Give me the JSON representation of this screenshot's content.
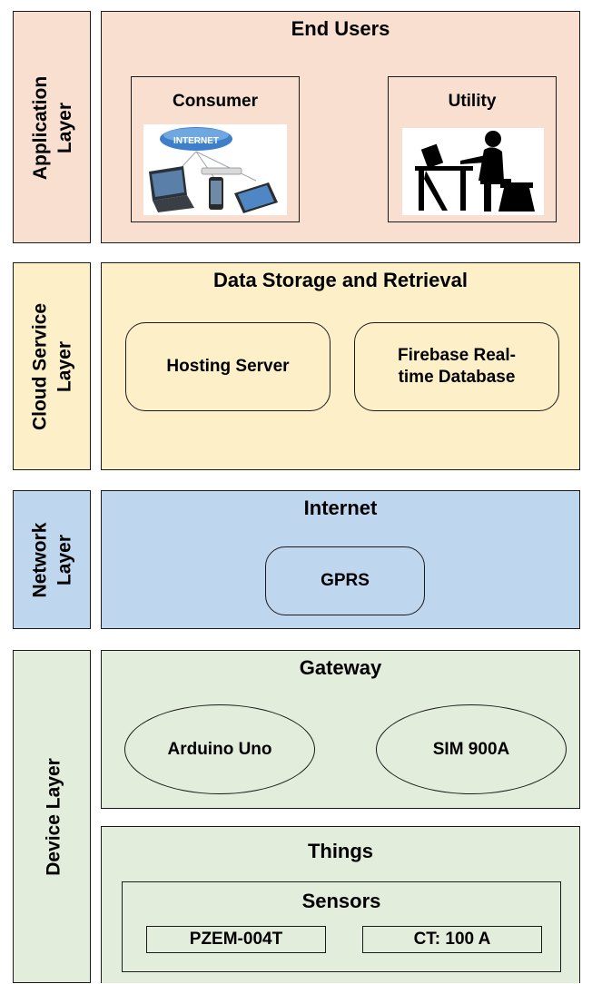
{
  "layers": {
    "application": {
      "label": "Application\nLayer",
      "title": "End Users",
      "consumer": "Consumer",
      "consumer_image_text": "INTERNET",
      "utility": "Utility"
    },
    "cloud": {
      "label": "Cloud Service\nLayer",
      "title": "Data Storage and Retrieval",
      "hosting": "Hosting Server",
      "firebase": "Firebase Real-\ntime Database"
    },
    "network": {
      "label": "Network\nLayer",
      "title": "Internet",
      "gprs": "GPRS"
    },
    "device": {
      "label": "Device Layer",
      "gateway_title": "Gateway",
      "arduino": "Arduino Uno",
      "sim": "SIM 900A",
      "things_title": "Things",
      "sensors_title": "Sensors",
      "pzem": "PZEM-004T",
      "ct": "CT: 100 A"
    }
  },
  "colors": {
    "application": "#f9dfcf",
    "cloud": "#fdefc8",
    "network": "#bfd7ee",
    "device": "#e3eddb"
  }
}
